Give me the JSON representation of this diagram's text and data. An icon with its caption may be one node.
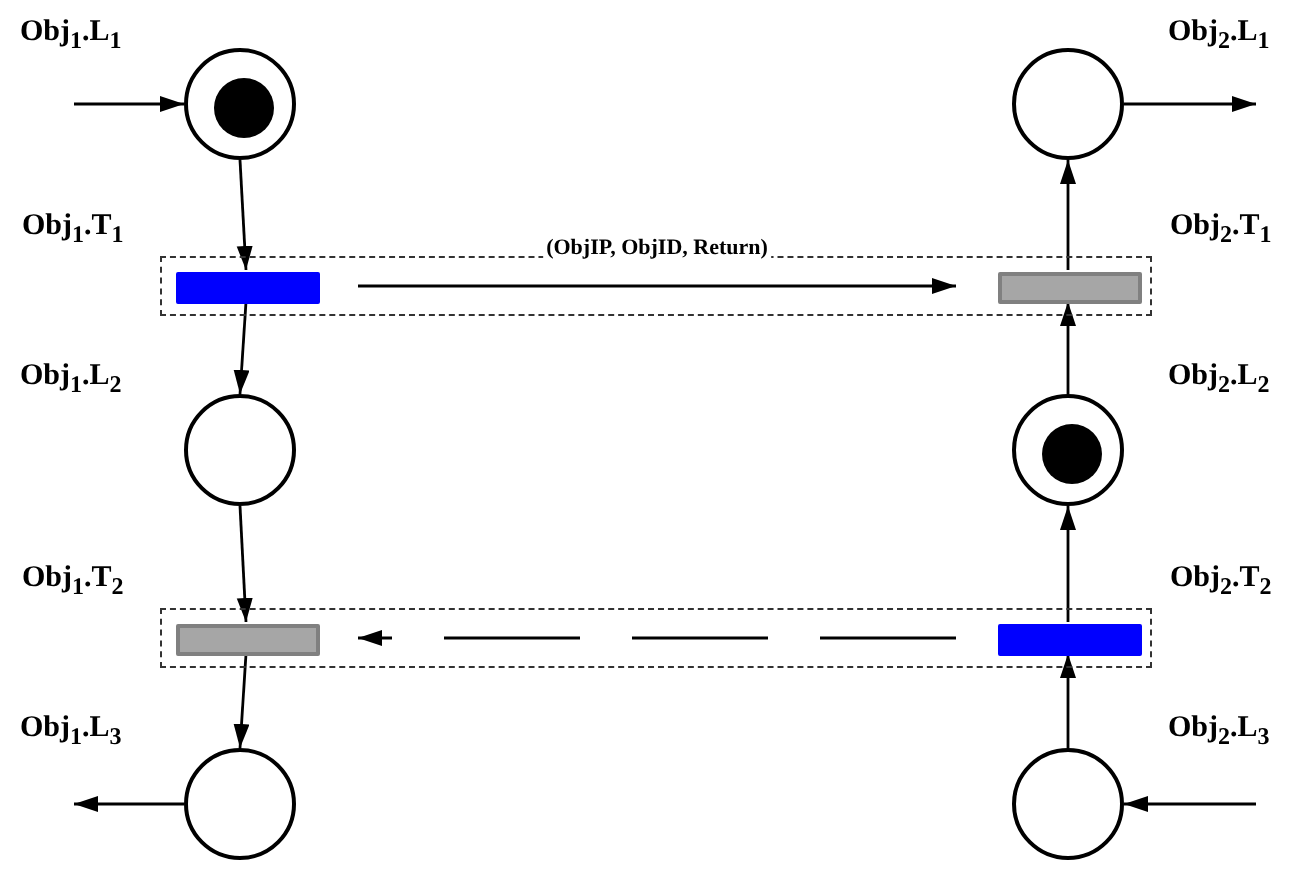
{
  "diagram": {
    "nodes": [
      {
        "text": [],
        "shape": "circle",
        "beside": [
          "Obj$_{1}$.L$_{1}$"
        ]
      },
      {
        "text": [],
        "shape": "circle",
        "in": 0
      },
      {
        "text": [],
        "shape": "circle",
        "beside": [
          "Obj$_{2}$.L$_{1}$"
        ]
      },
      {
        "text": [],
        "shape": "box"
      },
      {
        "text": [],
        "shape": "bar",
        "in": 3,
        "beside": [
          "Obj$_{1}$.T$_{1}$"
        ]
      },
      {
        "text": [],
        "shape": "bar",
        "in": 3,
        "beside": [
          "Obj$_{2}$.T$_{1}$"
        ]
      },
      {
        "text": [],
        "shape": "circle",
        "beside": [
          "Obj$_{1}$.L$_{2}$"
        ]
      },
      {
        "text": [],
        "shape": "circle",
        "beside": [
          "Obj$_{2}$.L$_{2}$"
        ]
      },
      {
        "text": [],
        "shape": "circle",
        "in": 7
      },
      {
        "text": [],
        "shape": "box"
      },
      {
        "text": [],
        "shape": "bar",
        "in": 9,
        "beside": [
          "Obj$_{1}$.T$_{2}$"
        ]
      },
      {
        "text": [],
        "shape": "bar",
        "in": 9,
        "beside": [
          "Obj$_{2}$.T$_{2}$"
        ]
      },
      {
        "text": [],
        "shape": "circle",
        "beside": [
          "Obj$_{1}$.L$_{3}$"
        ]
      },
      {
        "text": [],
        "shape": "circle",
        "beside": [
          "Obj$_{2}$.L$_{3}$"
        ]
      }
    ],
    "edges": [
      {
        "from": null,
        "to": 0,
        "arrow": "to"
      },
      {
        "from": 0,
        "to": 4,
        "arrow": "to"
      },
      {
        "from": 4,
        "to": 6,
        "arrow": "to"
      },
      {
        "from": 6,
        "to": 10,
        "arrow": "to"
      },
      {
        "from": 10,
        "to": 12,
        "arrow": "to"
      },
      {
        "from": 12,
        "to": null,
        "arrow": "to"
      },
      {
        "from": 4,
        "to": 5,
        "arrow": "to",
        "label": "(ObjIP, ObjID, Return)"
      },
      {
        "from": 11,
        "to": 10,
        "arrow": "to",
        "style": "dashed"
      },
      {
        "from": 2,
        "to": null,
        "arrow": "to"
      },
      {
        "from": 5,
        "to": 2,
        "arrow": "to"
      },
      {
        "from": 7,
        "to": 5,
        "arrow": "to"
      },
      {
        "from": 11,
        "to": 7,
        "arrow": "to"
      },
      {
        "from": 13,
        "to": 11,
        "arrow": "to"
      },
      {
        "from": null,
        "to": 13,
        "arrow": "to"
      }
    ]
  }
}
